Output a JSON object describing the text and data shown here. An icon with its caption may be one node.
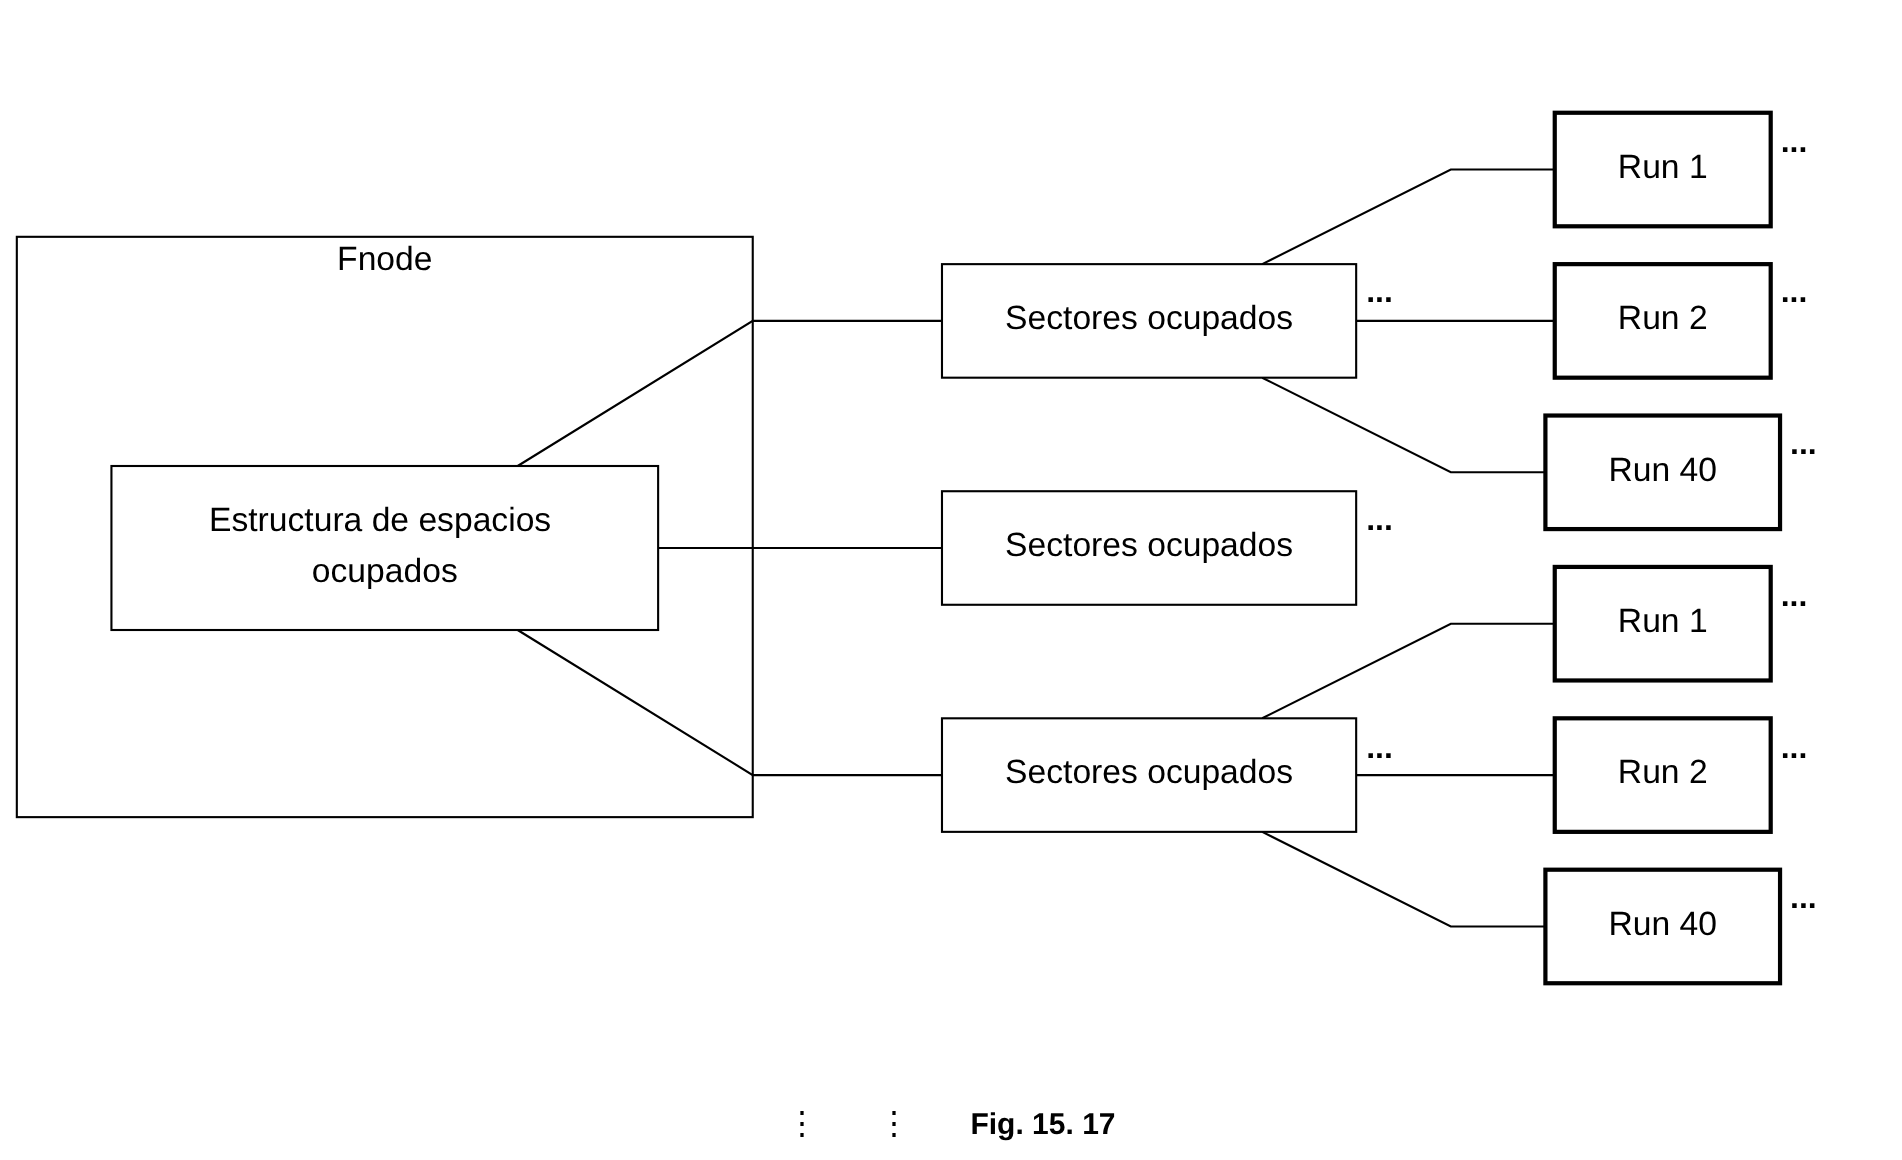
{
  "diagram": {
    "caption": "Fig. 15. 17",
    "nodes": [
      {
        "text": [
          "Fnode"
        ]
      },
      {
        "text": [
          "Estructura de espacios ocupados"
        ],
        "in": 0
      },
      {
        "text": [
          "Sectores ocupados"
        ],
        "beside": [
          "..."
        ]
      },
      {
        "text": [
          "Sectores ocupados"
        ],
        "beside": [
          "..."
        ]
      },
      {
        "text": [
          "Sectores ocupados"
        ],
        "beside": [
          "..."
        ]
      },
      {
        "text": [
          "Run 1"
        ],
        "beside": [
          "..."
        ]
      },
      {
        "text": [
          "Run 2"
        ],
        "beside": [
          "..."
        ]
      },
      {
        "text": [
          "Run 40"
        ],
        "beside": [
          "..."
        ]
      },
      {
        "text": [
          "Run 1"
        ],
        "beside": [
          "..."
        ]
      },
      {
        "text": [
          "Run 2"
        ],
        "beside": [
          "..."
        ]
      },
      {
        "text": [
          "Run 40"
        ],
        "beside": [
          "..."
        ]
      }
    ],
    "edges": [
      {
        "from": 1,
        "to": 2,
        "arrow": "none"
      },
      {
        "from": 1,
        "to": 3,
        "arrow": "none"
      },
      {
        "from": 1,
        "to": 4,
        "arrow": "none"
      },
      {
        "from": 2,
        "to": 5,
        "arrow": "none"
      },
      {
        "from": 2,
        "to": 6,
        "arrow": "none"
      },
      {
        "from": 2,
        "to": 7,
        "arrow": "none"
      },
      {
        "from": 4,
        "to": 8,
        "arrow": "none"
      },
      {
        "from": 4,
        "to": 9,
        "arrow": "none"
      },
      {
        "from": 4,
        "to": 10,
        "arrow": "none"
      }
    ],
    "labels": [
      "⋮",
      "⋮"
    ]
  }
}
